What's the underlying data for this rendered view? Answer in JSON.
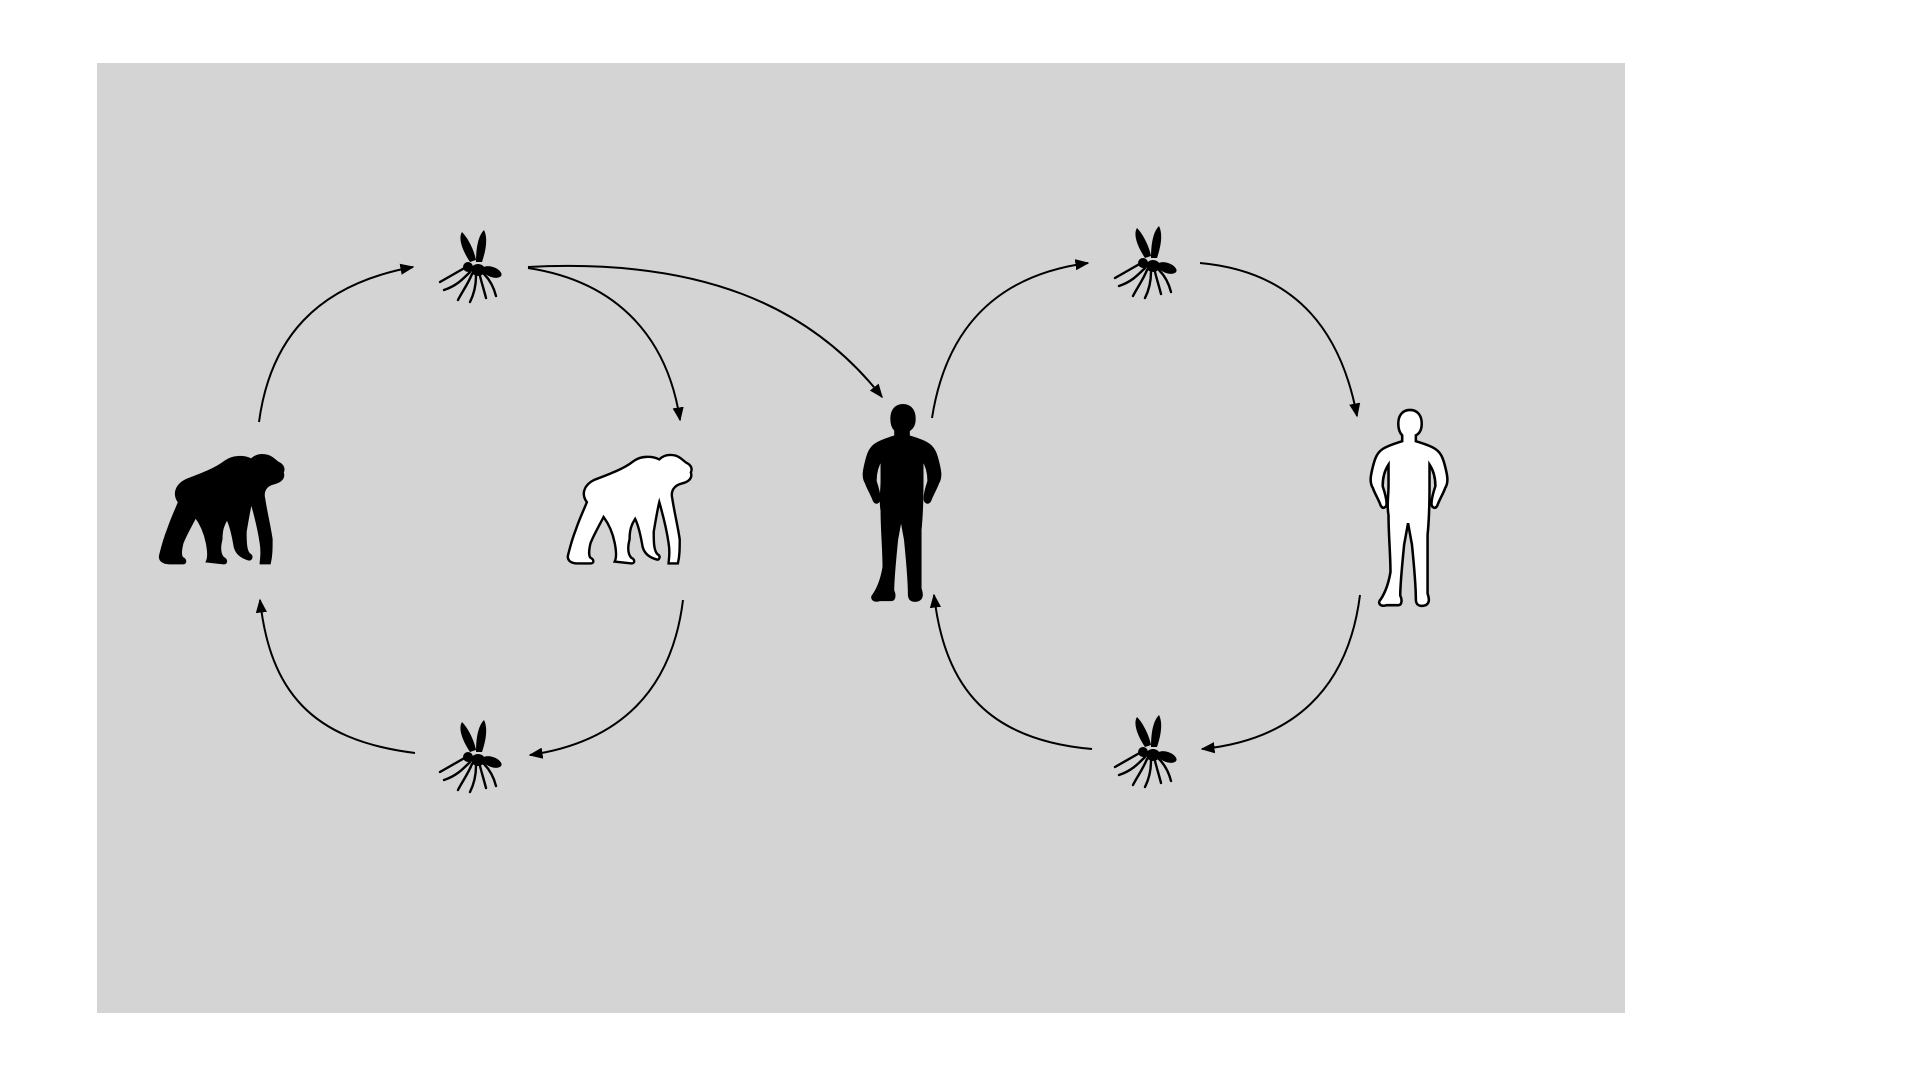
{
  "colors": {
    "page_background": "#ffffff",
    "panel_background": "#d4d4d4",
    "ink": "#000000",
    "outline_fill": "#ffffff"
  },
  "diagram": {
    "nodes": [
      {
        "id": "ape-infected",
        "icon": "gorilla-silhouette-icon",
        "style": "filled"
      },
      {
        "id": "ape-susceptible",
        "icon": "gorilla-outline-icon",
        "style": "outline"
      },
      {
        "id": "human-infected",
        "icon": "human-silhouette-icon",
        "style": "filled"
      },
      {
        "id": "human-susceptible",
        "icon": "human-outline-icon",
        "style": "outline"
      },
      {
        "id": "mosquito-ape-top",
        "icon": "mosquito-icon",
        "style": "filled"
      },
      {
        "id": "mosquito-ape-bottom",
        "icon": "mosquito-icon",
        "style": "filled"
      },
      {
        "id": "mosquito-human-top",
        "icon": "mosquito-icon",
        "style": "filled"
      },
      {
        "id": "mosquito-human-bottom",
        "icon": "mosquito-icon",
        "style": "filled"
      }
    ],
    "edges": [
      {
        "from": "ape-infected",
        "to": "mosquito-ape-top"
      },
      {
        "from": "mosquito-ape-top",
        "to": "ape-susceptible"
      },
      {
        "from": "mosquito-ape-top",
        "to": "human-infected"
      },
      {
        "from": "ape-susceptible",
        "to": "mosquito-ape-bottom"
      },
      {
        "from": "mosquito-ape-bottom",
        "to": "ape-infected"
      },
      {
        "from": "human-infected",
        "to": "mosquito-human-top"
      },
      {
        "from": "mosquito-human-top",
        "to": "human-susceptible"
      },
      {
        "from": "human-susceptible",
        "to": "mosquito-human-bottom"
      },
      {
        "from": "mosquito-human-bottom",
        "to": "human-infected"
      }
    ]
  }
}
